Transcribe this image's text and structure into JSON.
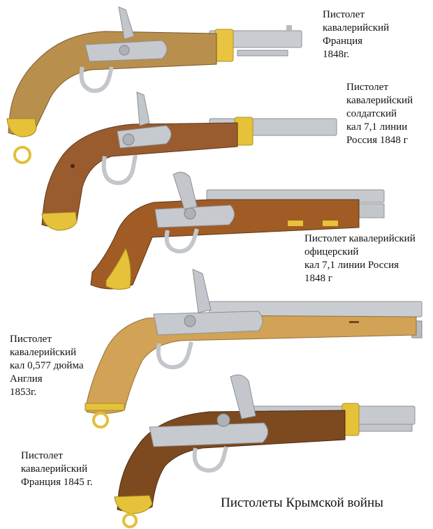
{
  "title": "Пистолеты Крымской войны",
  "pistols": [
    {
      "label": "Пистолет\nкавалерийский\nФранция\n1848г.",
      "stock_color": "#b88f4c",
      "barrel_color": "#c9cdd2",
      "band_color": "#e8c441"
    },
    {
      "label": "Пистолет\nкавалерийский\nсолдатский\nкал 7,1 линии\nРоссия  1848 г",
      "stock_color": "#9a5c2f",
      "barrel_color": "#c6cacf",
      "band_color": "#e6c23a"
    },
    {
      "label": "Пистолет кавалерийский\nофицерский\nкал 7,1 линии Россия\n1848 г",
      "stock_color": "#a05c24",
      "barrel_color": "#c6cacf",
      "band_color": "#e6c23a"
    },
    {
      "label": "Пистолет\nкавалерийский\nкал 0,577 дюйма\nАнглия\n1853г.",
      "stock_color": "#d2a256",
      "barrel_color": "#c9cdd2",
      "band_color": "#e6c23a"
    },
    {
      "label": "Пистолет\nкавалерийский\nФранция 1845 г.",
      "stock_color": "#7d4a1f",
      "barrel_color": "#c6cacf",
      "band_color": "#e6c23a"
    }
  ]
}
